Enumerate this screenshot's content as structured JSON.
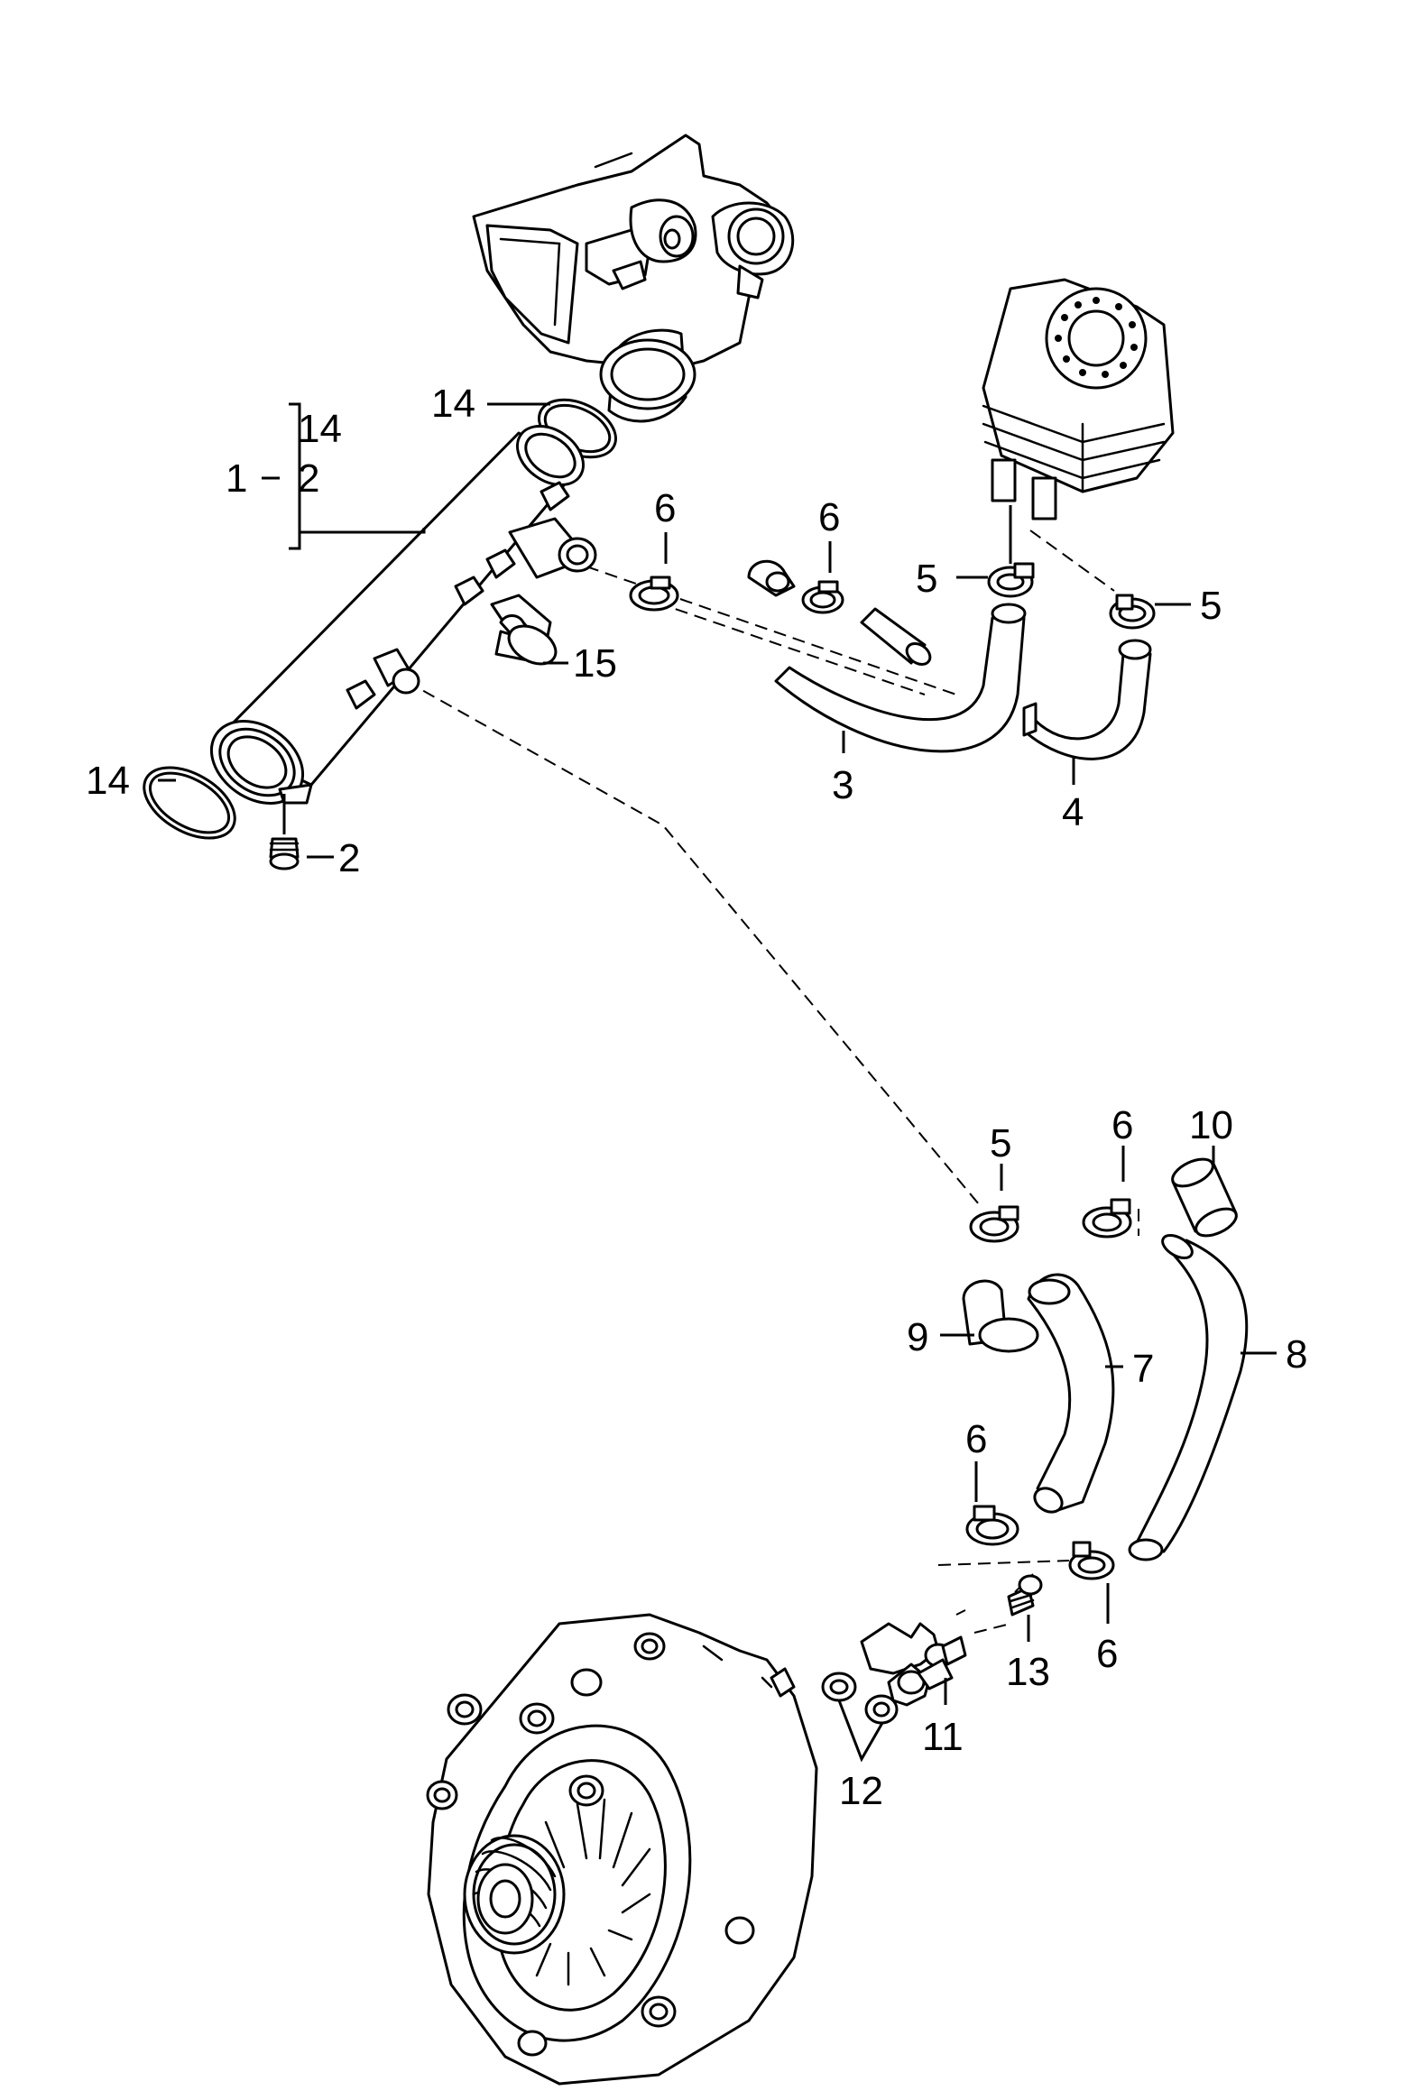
{
  "callouts": {
    "c1": "1",
    "c1_sub_14": "14",
    "c1_sub_2": "2",
    "c14_top": "14",
    "c14_bottom": "14",
    "c2": "2",
    "c15": "15",
    "c6_a": "6",
    "c6_b": "6",
    "c5_a": "5",
    "c5_b": "5",
    "c3": "3",
    "c4": "4",
    "c5_c": "5",
    "c6_c": "6",
    "c10": "10",
    "c9": "9",
    "c7": "7",
    "c8": "8",
    "c6_d": "6",
    "c6_e": "6",
    "c13": "13",
    "c11": "11",
    "c12": "12"
  }
}
